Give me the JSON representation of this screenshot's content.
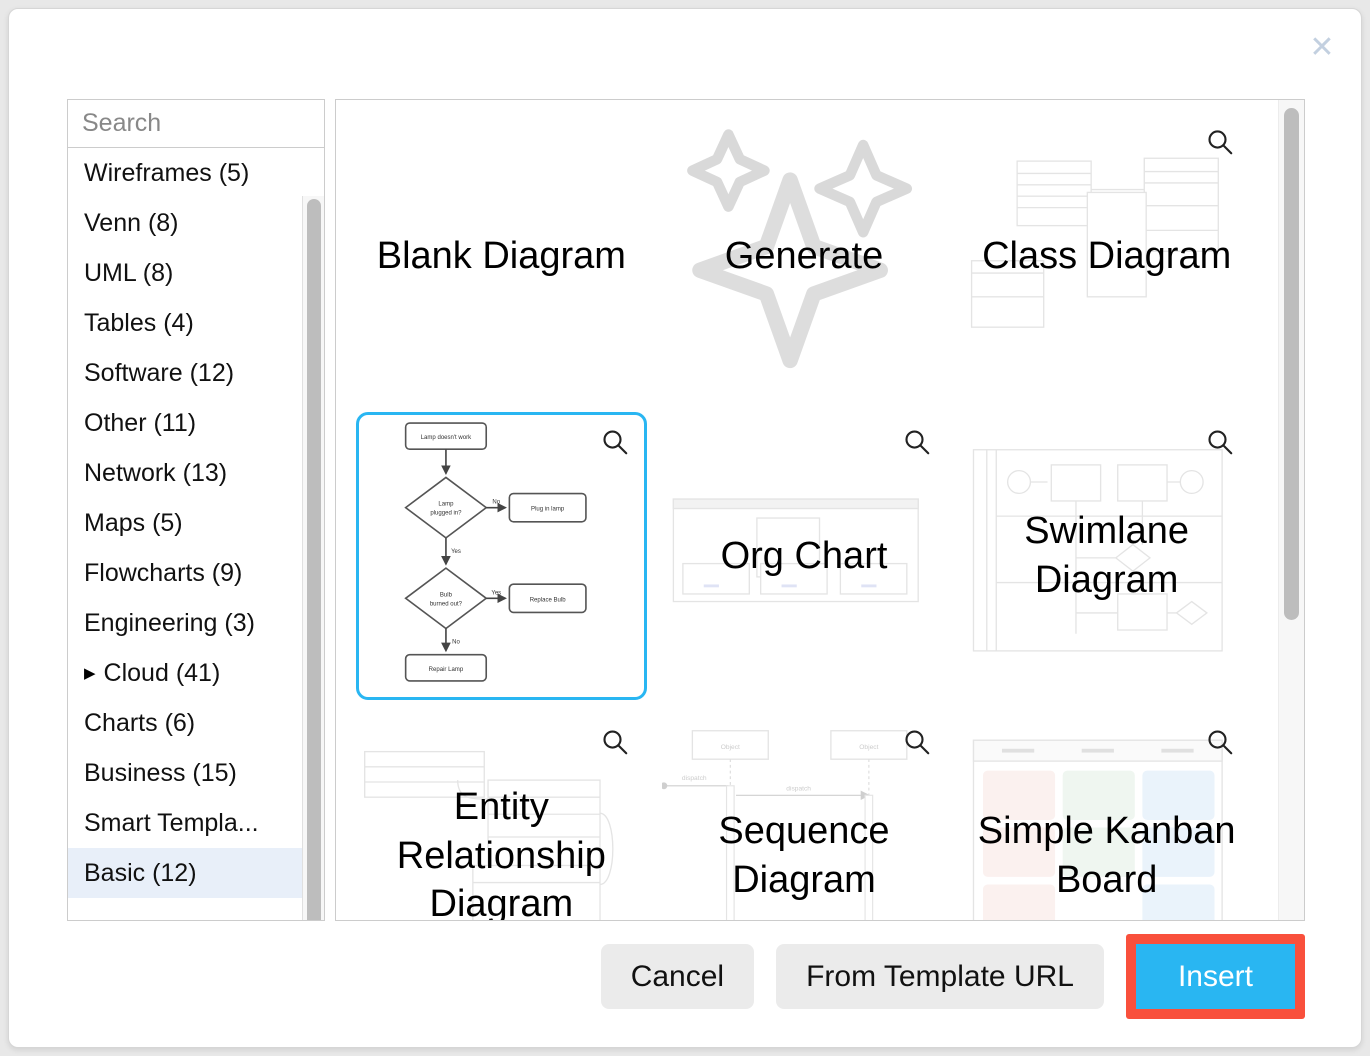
{
  "dialog": {
    "close_label": "✕"
  },
  "search": {
    "placeholder": "Search",
    "value": "",
    "icon": "search-icon"
  },
  "sidebar": {
    "categories": [
      {
        "label": "Basic (12)",
        "selected": true,
        "expandable": false
      },
      {
        "label": "Smart Templa...",
        "selected": false,
        "expandable": false
      },
      {
        "label": "Business (15)",
        "selected": false,
        "expandable": false
      },
      {
        "label": "Charts (6)",
        "selected": false,
        "expandable": false
      },
      {
        "label": "Cloud (41)",
        "selected": false,
        "expandable": true,
        "arrow": "▶"
      },
      {
        "label": "Engineering (3)",
        "selected": false,
        "expandable": false
      },
      {
        "label": "Flowcharts (9)",
        "selected": false,
        "expandable": false
      },
      {
        "label": "Maps (5)",
        "selected": false,
        "expandable": false
      },
      {
        "label": "Network (13)",
        "selected": false,
        "expandable": false
      },
      {
        "label": "Other (11)",
        "selected": false,
        "expandable": false
      },
      {
        "label": "Software (12)",
        "selected": false,
        "expandable": false
      },
      {
        "label": "Tables (4)",
        "selected": false,
        "expandable": false
      },
      {
        "label": "UML (8)",
        "selected": false,
        "expandable": false
      },
      {
        "label": "Venn (8)",
        "selected": false,
        "expandable": false
      },
      {
        "label": "Wireframes (5)",
        "selected": false,
        "expandable": false
      }
    ]
  },
  "templates": [
    {
      "label": "Blank Diagram",
      "thumb": "none",
      "selected": false,
      "zoom": false
    },
    {
      "label": "Generate",
      "thumb": "sparkles",
      "selected": false,
      "zoom": false
    },
    {
      "label": "Class Diagram",
      "thumb": "class",
      "selected": false,
      "zoom": true
    },
    {
      "label": "",
      "thumb": "flowchart",
      "selected": true,
      "zoom": true
    },
    {
      "label": "Org Chart",
      "thumb": "orgchart",
      "selected": false,
      "zoom": true
    },
    {
      "label": "Swimlane Diagram",
      "thumb": "swimlane",
      "selected": false,
      "zoom": true
    },
    {
      "label": "Entity Relationship Diagram",
      "thumb": "erd",
      "selected": false,
      "zoom": true
    },
    {
      "label": "Sequence Diagram",
      "thumb": "sequence",
      "selected": false,
      "zoom": true
    },
    {
      "label": "Simple Kanban Board",
      "thumb": "kanban",
      "selected": false,
      "zoom": true
    }
  ],
  "flowchart_thumb": {
    "nodes": [
      "Lamp doesn't work",
      "Lamp plugged in?",
      "Plug in lamp",
      "Bulb burned out?",
      "Replace Bulb",
      "Repair Lamp"
    ],
    "edge_labels": [
      "No",
      "Yes",
      "Yes",
      "No"
    ]
  },
  "sequence_thumb": {
    "objects": [
      "Object",
      "Object"
    ],
    "messages": [
      "dispatch",
      "dispatch"
    ]
  },
  "footer": {
    "cancel_label": "Cancel",
    "from_url_label": "From Template URL",
    "insert_label": "Insert"
  },
  "colors": {
    "accent_blue": "#29b6f2",
    "highlight_red": "#f9503c",
    "selected_row": "#e8eff9",
    "button_gray": "#ebebeb"
  }
}
